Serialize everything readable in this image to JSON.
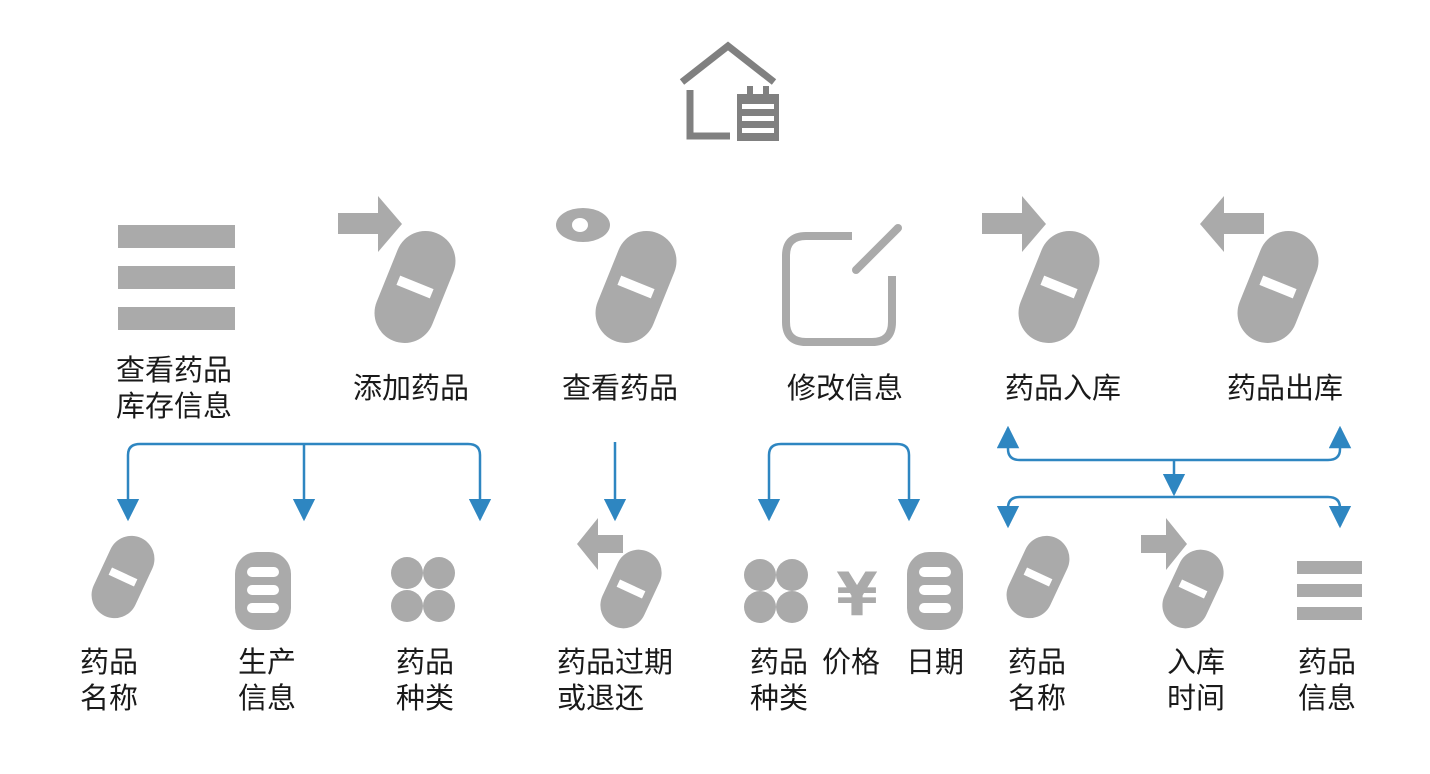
{
  "colors": {
    "icon_gray": "#aaaaaa",
    "house_gray": "#808080",
    "arrow_blue": "#2e86c1",
    "text": "#1a1a1a"
  },
  "root": {
    "icon": "warehouse-house-icon"
  },
  "functions": [
    {
      "id": "view-stock",
      "line1": "查看药品",
      "line2": "库存信息",
      "icon": "list-icon"
    },
    {
      "id": "add",
      "line1": "添加药品",
      "icon": "pill-arrow-in-icon"
    },
    {
      "id": "view",
      "line1": "查看药品",
      "icon": "pill-eye-icon"
    },
    {
      "id": "edit",
      "line1": "修改信息",
      "icon": "edit-square-icon"
    },
    {
      "id": "stock-in",
      "line1": "药品入库",
      "icon": "pill-arrow-in-icon"
    },
    {
      "id": "stock-out",
      "line1": "药品出库",
      "icon": "pill-arrow-out-icon"
    }
  ],
  "details": [
    {
      "id": "drug-name-1",
      "line1": "药品",
      "line2": "名称",
      "icon": "pill-icon"
    },
    {
      "id": "production-info",
      "line1": "生产",
      "line2": "信息",
      "icon": "capsule-info-icon"
    },
    {
      "id": "drug-category-1",
      "line1": "药品",
      "line2": "种类",
      "icon": "four-dots-icon"
    },
    {
      "id": "expire-return",
      "line1": "药品过期",
      "line2": "或退还",
      "icon": "pill-arrow-out-icon"
    },
    {
      "id": "drug-category-2",
      "line1": "药品",
      "line2": "种类",
      "icon": "four-dots-icon"
    },
    {
      "id": "price",
      "line1": "价格",
      "icon": "yen-icon",
      "symbol": "¥"
    },
    {
      "id": "date",
      "line1": "日期",
      "icon": "capsule-info-icon"
    },
    {
      "id": "drug-name-2",
      "line1": "药品",
      "line2": "名称",
      "icon": "pill-icon"
    },
    {
      "id": "stock-in-time",
      "line1": "入库",
      "line2": "时间",
      "icon": "pill-arrow-in-icon"
    },
    {
      "id": "drug-info",
      "line1": "药品",
      "line2": "信息",
      "icon": "list-icon"
    }
  ]
}
